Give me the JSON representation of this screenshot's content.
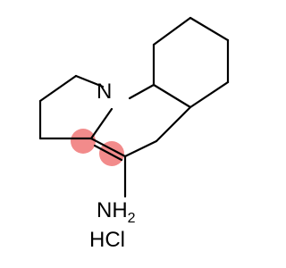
{
  "molecule": {
    "atoms": {
      "nitrogen_ring": "N",
      "amine_group": {
        "symbol": "NH",
        "subscript": "2"
      }
    },
    "salt": "HCl",
    "highlight_color": "#f28b8b",
    "bond_color": "#000000",
    "background_color": "#ffffff"
  }
}
